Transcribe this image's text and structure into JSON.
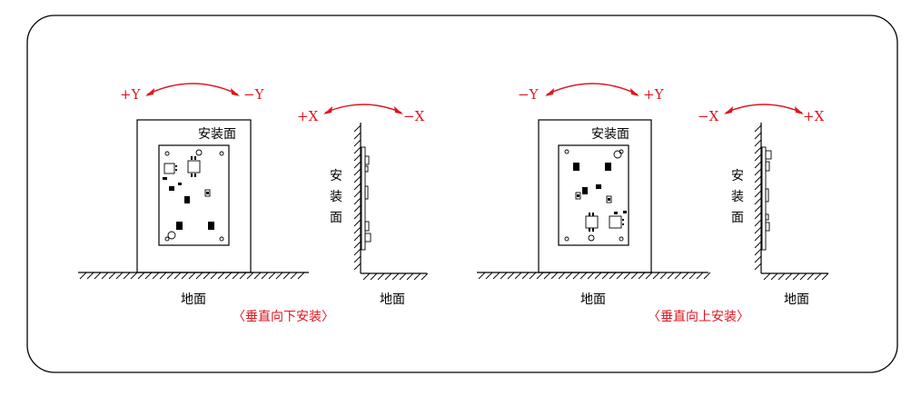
{
  "left": {
    "mount_face": "安装面",
    "front_axis_left": "+Y",
    "front_axis_right": "−Y",
    "side_axis_left": "+X",
    "side_axis_right": "−X",
    "side_mount_face": [
      "安",
      "装",
      "面"
    ],
    "ground_front": "地面",
    "ground_side": "地面",
    "caption": "〈垂直向下安装〉"
  },
  "right": {
    "mount_face": "安装面",
    "front_axis_left": "−Y",
    "front_axis_right": "+Y",
    "side_axis_left": "−X",
    "side_axis_right": "+X",
    "side_mount_face": [
      "安",
      "装",
      "面"
    ],
    "ground_front": "地面",
    "ground_side": "地面",
    "caption": "〈垂直向上安装〉"
  },
  "colors": {
    "annotation": "#e0141e",
    "line": "#000000",
    "frame": "#000000"
  }
}
